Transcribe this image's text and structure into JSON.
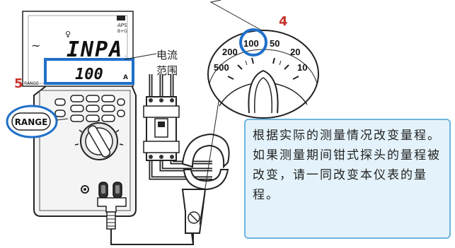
{
  "lcd": {
    "mode_symbol": "~",
    "top_reading": "INPA",
    "range_value": "100",
    "range_unit": "A",
    "range_word": "RANGE",
    "battery_label": "",
    "aps_label": "APS",
    "aps_sub": "B+G"
  },
  "callouts": {
    "step_range_button": "5",
    "step_clamp_dial": "4",
    "current_range_label_line1": "电流",
    "current_range_label_line2": "范围",
    "range_button_label": "RANGE"
  },
  "clamp_dial": {
    "scale_labels": [
      "500",
      "200",
      "100",
      "50",
      "20",
      "10"
    ],
    "selected": "100"
  },
  "note": {
    "paragraph1": "根据实际的测量情况改变量程。",
    "paragraph2": "如果测量期间钳式探头的量程被改变，请一同改变本仪表的量程。"
  },
  "colors": {
    "accent_blue": "#1f6fc9",
    "step_red": "#c8322a",
    "note_fill": "#e4f3fb",
    "note_border": "#6fb4df"
  }
}
